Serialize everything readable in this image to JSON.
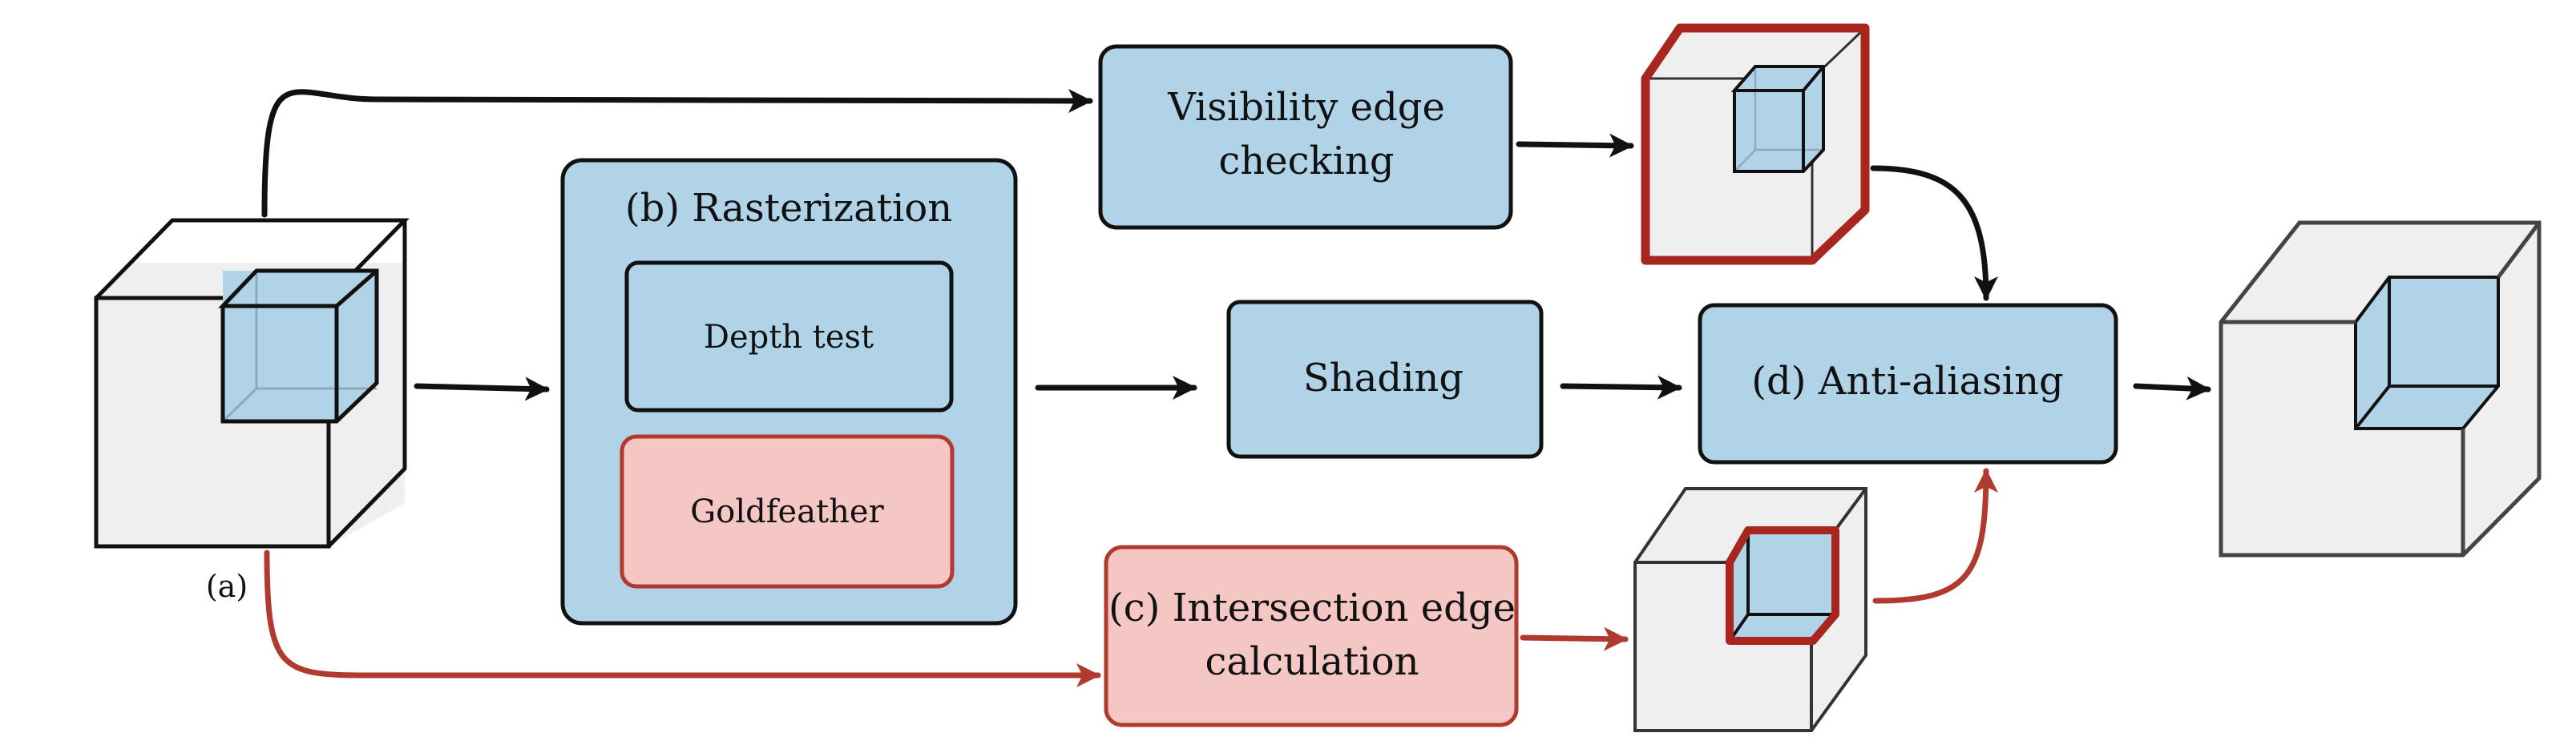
{
  "colors": {
    "blue_fill": "#b0d3e8",
    "pink_fill": "#f4c6c4",
    "red_accent": "#b03a2e",
    "cube_face": "#efefef",
    "stroke": "#111111"
  },
  "labels": {
    "input_tag": "(a)",
    "rasterization": "(b) Rasterization",
    "depth_test": "Depth test",
    "goldfeather": "Goldfeather",
    "visibility_line1": "Visibility edge",
    "visibility_line2": "checking",
    "shading": "Shading",
    "antialiasing": "(d) Anti-aliasing",
    "intersection_line1": "(c) Intersection edge",
    "intersection_line2": "calculation"
  },
  "icons": {
    "input": "cube-with-inner-cube-icon",
    "visibility_result": "cube-highlighted-silhouette-icon",
    "intersection_result": "cube-highlighted-intersection-icon",
    "output": "cube-with-corner-cutout-icon"
  }
}
